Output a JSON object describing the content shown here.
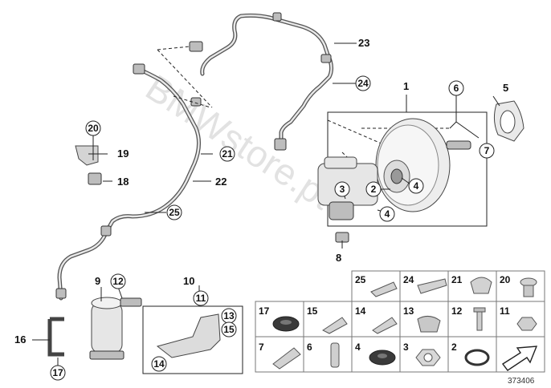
{
  "diagram": {
    "watermark": "BMWstore.pt",
    "image_number": "373406",
    "callouts": {
      "c1": "1",
      "c2": "2",
      "c3": "3",
      "c4a": "4",
      "c4b": "4",
      "c5": "5",
      "c6": "6",
      "c7": "7",
      "c8": "8",
      "c9": "9",
      "c10": "10",
      "c11": "11",
      "c12": "12",
      "c13": "13",
      "c14": "14",
      "c15": "15",
      "c16": "16",
      "c17": "17",
      "c18": "18",
      "c19": "19",
      "c20": "20",
      "c21": "21",
      "c22": "22",
      "c23": "23",
      "c24": "24",
      "c25": "25"
    },
    "legend": {
      "row1": [
        "25",
        "24",
        "21",
        "20"
      ],
      "row2": [
        "17",
        "15",
        "14",
        "13",
        "12",
        "11"
      ],
      "row3": [
        "7",
        "6",
        "4",
        "3",
        "2"
      ]
    }
  }
}
